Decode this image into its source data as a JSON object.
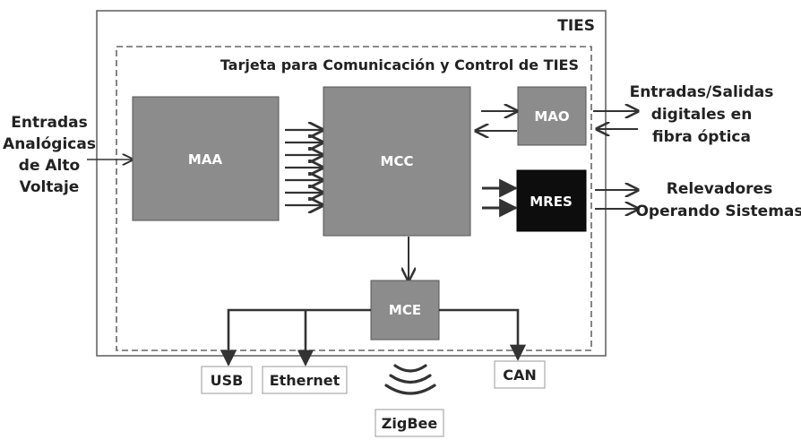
{
  "system": {
    "title": "TIES"
  },
  "board": {
    "title": "Tarjeta para Comunicación y Control de TIES"
  },
  "blocks": {
    "maa": "MAA",
    "mcc": "MCC",
    "mao": "MAO",
    "mres": "MRES",
    "mce": "MCE"
  },
  "inputs": {
    "line1": "Entradas",
    "line2": "Analógicas",
    "line3": "de Alto",
    "line4": "Voltaje"
  },
  "io_fiber": {
    "line1": "Entradas/Salidas",
    "line2": "digitales en",
    "line3": "fibra óptica"
  },
  "relays": {
    "line1": "Relevadores",
    "line2": "Operando Sistemas"
  },
  "ports": {
    "usb": "USB",
    "ethernet": "Ethernet",
    "zigbee": "ZigBee",
    "can": "CAN"
  },
  "colors": {
    "block_gray": "#8c8c8c",
    "mres_black": "#0d0d0d",
    "line": "#333333"
  }
}
